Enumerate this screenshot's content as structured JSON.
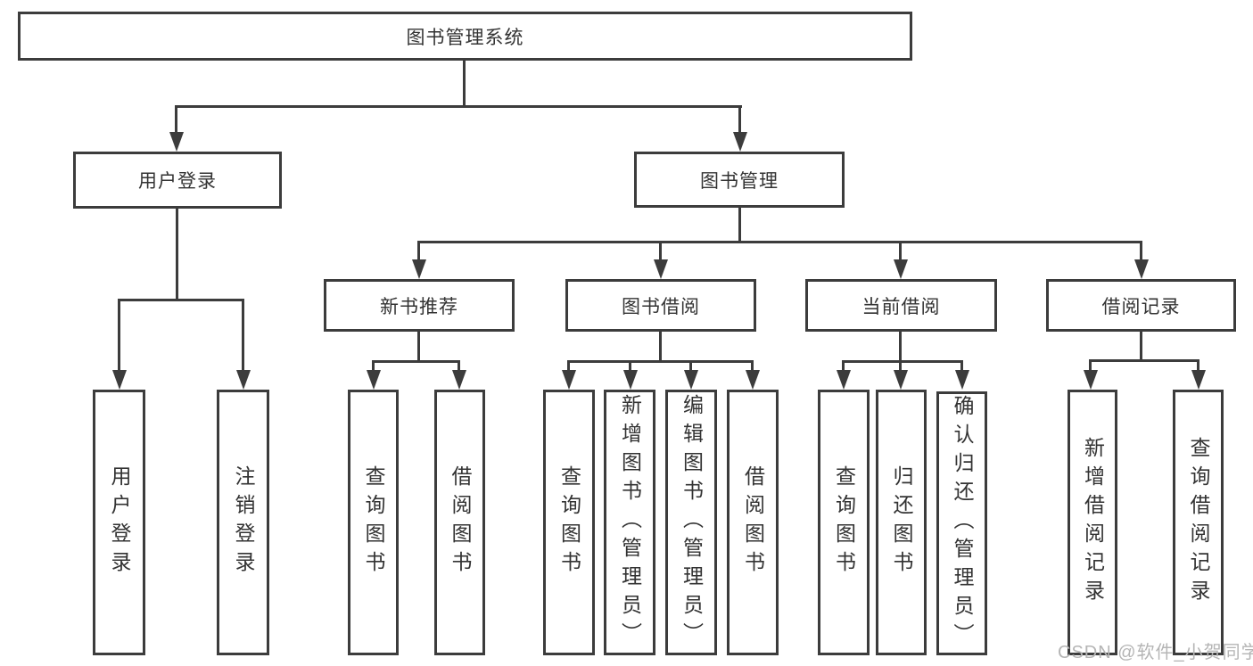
{
  "diagram": {
    "tree": {
      "label": "图书管理系统",
      "children": [
        {
          "label": "用户登录",
          "children": [
            {
              "label": "用户登录"
            },
            {
              "label": "注销登录"
            }
          ]
        },
        {
          "label": "图书管理",
          "children": [
            {
              "label": "新书推荐",
              "children": [
                {
                  "label": "查询图书"
                },
                {
                  "label": "借阅图书"
                }
              ]
            },
            {
              "label": "图书借阅",
              "children": [
                {
                  "label": "查询图书"
                },
                {
                  "label": "新增图书（管理员）"
                },
                {
                  "label": "编辑图书（管理员）"
                },
                {
                  "label": "借阅图书"
                }
              ]
            },
            {
              "label": "当前借阅",
              "children": [
                {
                  "label": "查询图书"
                },
                {
                  "label": "归还图书"
                },
                {
                  "label": "确认归还（管理员）"
                }
              ]
            },
            {
              "label": "借阅记录",
              "children": [
                {
                  "label": "新增借阅记录"
                },
                {
                  "label": "查询借阅记录"
                }
              ]
            }
          ]
        }
      ]
    },
    "watermark": "CSDN @软件_小贺同学",
    "colors": {
      "line": "#3c3c3c",
      "text": "#333333",
      "background": "#ffffff",
      "watermark": "#b5b5b5"
    }
  }
}
